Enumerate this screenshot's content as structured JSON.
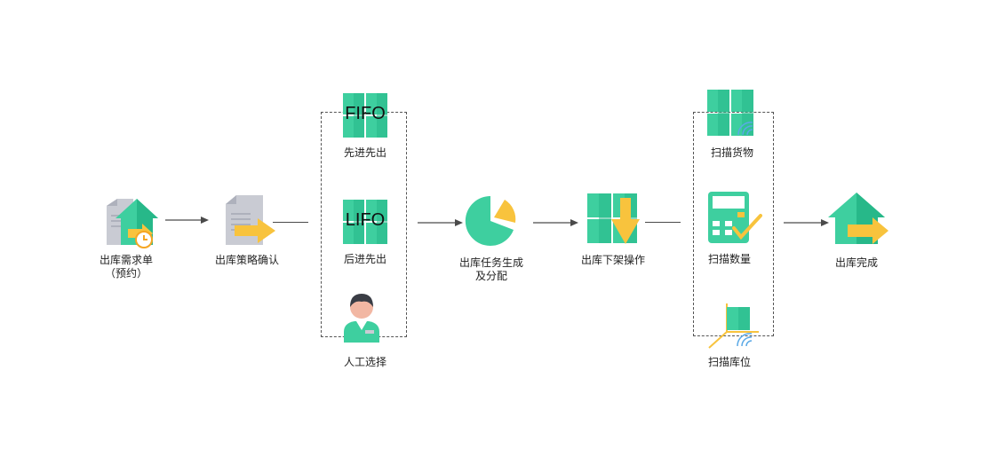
{
  "steps": {
    "outbound_request": {
      "label_line1": "出库需求单",
      "label_line2": "（预约）"
    },
    "strategy_confirm": {
      "label": "出库策略确认"
    },
    "fifo": {
      "icon_text": "FIFO",
      "label": "先进先出"
    },
    "lifo": {
      "icon_text": "LIFO",
      "label": "后进先出"
    },
    "manual": {
      "label": "人工选择"
    },
    "task_generate": {
      "label_line1": "出库任务生成",
      "label_line2": "及分配"
    },
    "unshelve": {
      "label": "出库下架操作"
    },
    "scan_goods": {
      "label": "扫描货物"
    },
    "scan_quantity": {
      "label": "扫描数量"
    },
    "scan_location": {
      "label": "扫描库位"
    },
    "outbound_done": {
      "label": "出库完成"
    }
  },
  "colors": {
    "green": "#3ecf9f",
    "green_dark": "#27b889",
    "green_light": "#5fdbb3",
    "yellow": "#f8c33d",
    "orange": "#f5a623",
    "gray_doc": "#c9cbd3",
    "gray_doc_dark": "#aeb1bc",
    "line": "#4a4a4a"
  }
}
